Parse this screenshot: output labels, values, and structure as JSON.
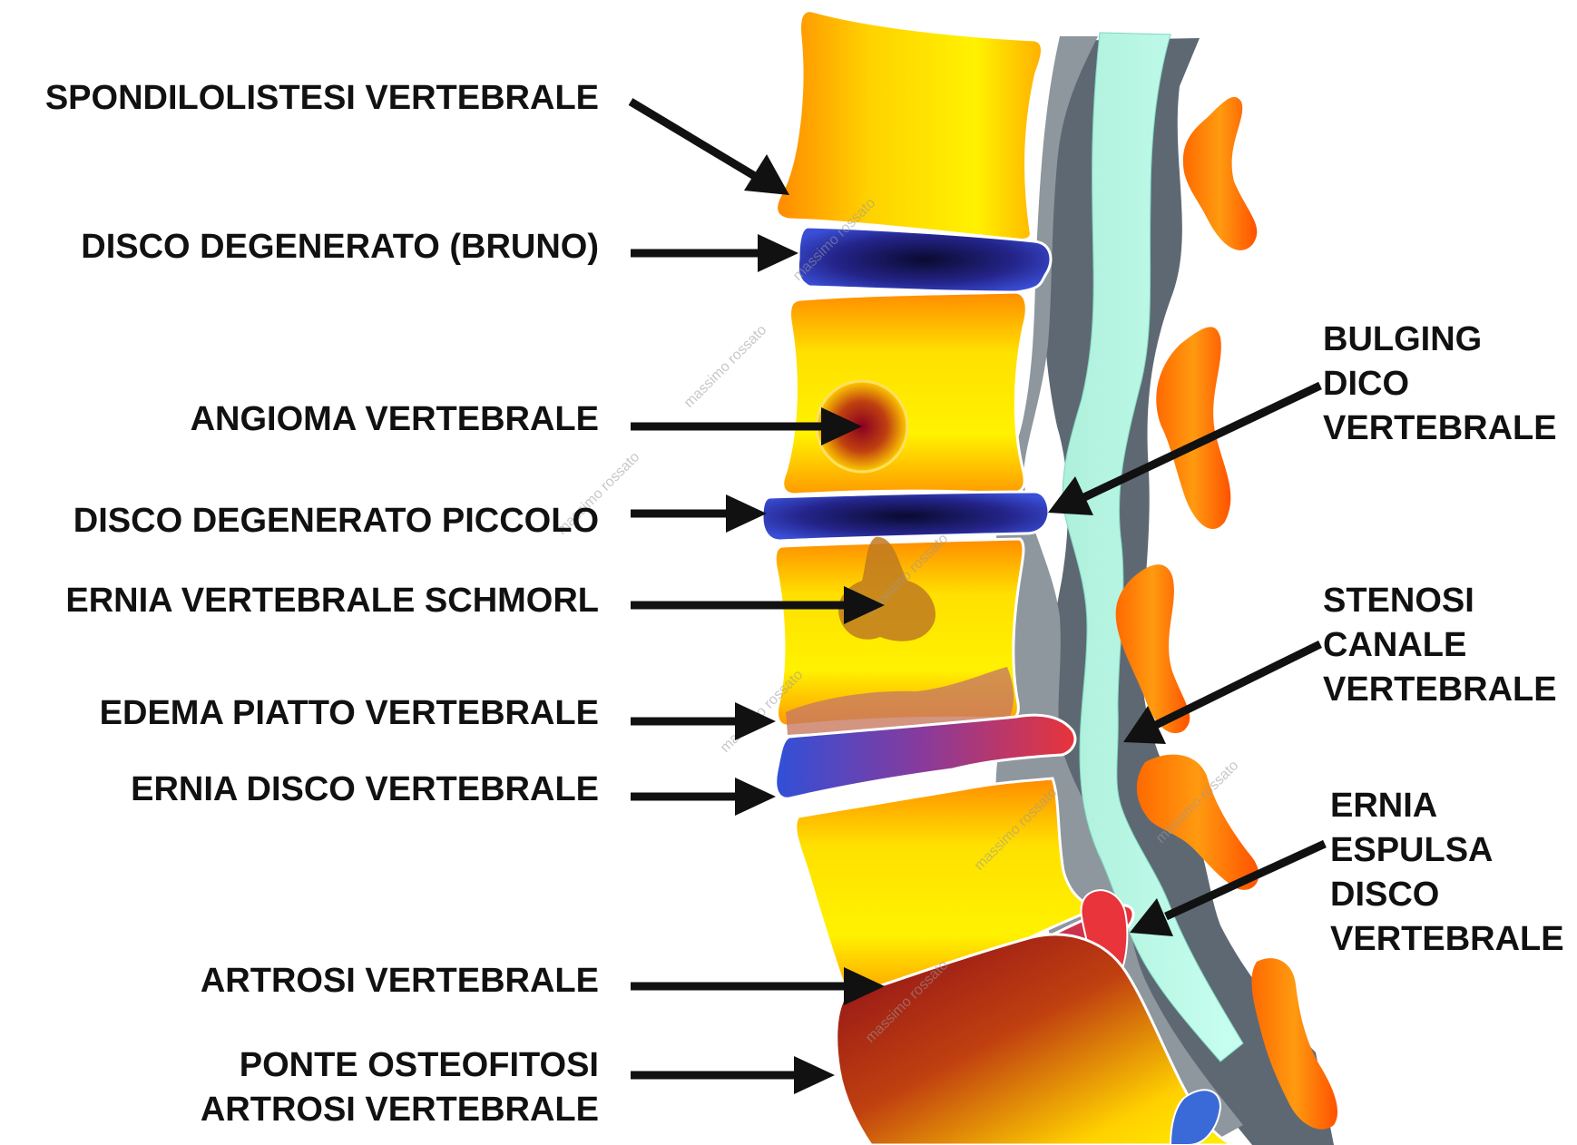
{
  "diagram": {
    "labels_left": [
      {
        "id": "spondilolistesi",
        "lines": [
          "SPONDILOLISTESI VERTEBRALE"
        ]
      },
      {
        "id": "disco_bruno",
        "lines": [
          "DISCO DEGENERATO (BRUNO)"
        ]
      },
      {
        "id": "angioma",
        "lines": [
          "ANGIOMA VERTEBRALE"
        ]
      },
      {
        "id": "disco_piccolo",
        "lines": [
          "DISCO DEGENERATO PICCOLO"
        ]
      },
      {
        "id": "schmorl",
        "lines": [
          "ERNIA VERTEBRALE SCHMORL"
        ]
      },
      {
        "id": "edema",
        "lines": [
          "EDEMA PIATTO VERTEBRALE"
        ]
      },
      {
        "id": "ernia_disco",
        "lines": [
          "ERNIA DISCO VERTEBRALE"
        ]
      },
      {
        "id": "artrosi",
        "lines": [
          "ARTROSI VERTEBRALE"
        ]
      },
      {
        "id": "ponte",
        "lines": [
          "PONTE OSTEOFITOSI",
          "ARTROSI VERTEBRALE"
        ]
      }
    ],
    "labels_right": [
      {
        "id": "bulging",
        "lines": [
          "BULGING",
          "DICO",
          "VERTEBRALE"
        ]
      },
      {
        "id": "stenosi",
        "lines": [
          "STENOSI",
          "CANALE",
          "VERTEBRALE"
        ]
      },
      {
        "id": "espulsa",
        "lines": [
          "ERNIA",
          "ESPULSA",
          "DISCO",
          "VERTEBRALE"
        ]
      }
    ],
    "watermark": "massimo rossato"
  }
}
